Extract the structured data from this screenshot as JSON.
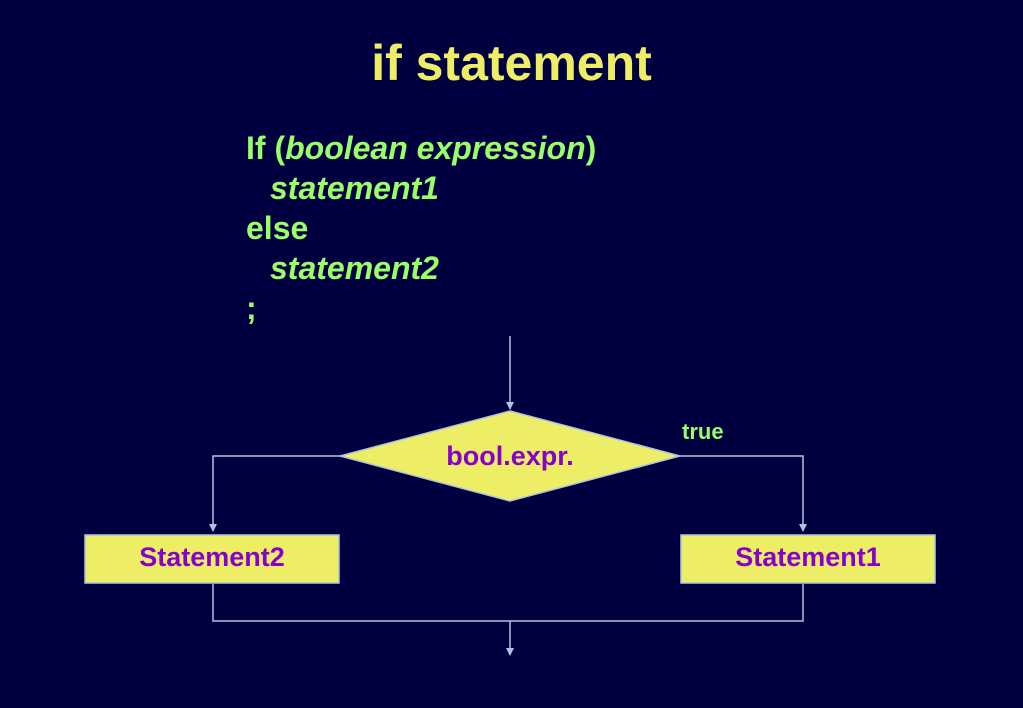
{
  "title": "if statement",
  "code": {
    "keyword_if": "If (",
    "condition": "boolean expression",
    "close_paren": ")",
    "statement1": "statement1",
    "keyword_else": "else",
    "statement2": "statement2",
    "terminator": ";"
  },
  "flowchart": {
    "decision_label": "bool.expr.",
    "true_branch_label": "true",
    "true_box_label": "Statement1",
    "false_box_label": "Statement2"
  },
  "colors": {
    "background": "#000040",
    "title": "#EEEE66",
    "code": "#99FF66",
    "shape_fill": "#EEEE66",
    "shape_text": "#8800CC",
    "line": "#B0C4DE"
  }
}
